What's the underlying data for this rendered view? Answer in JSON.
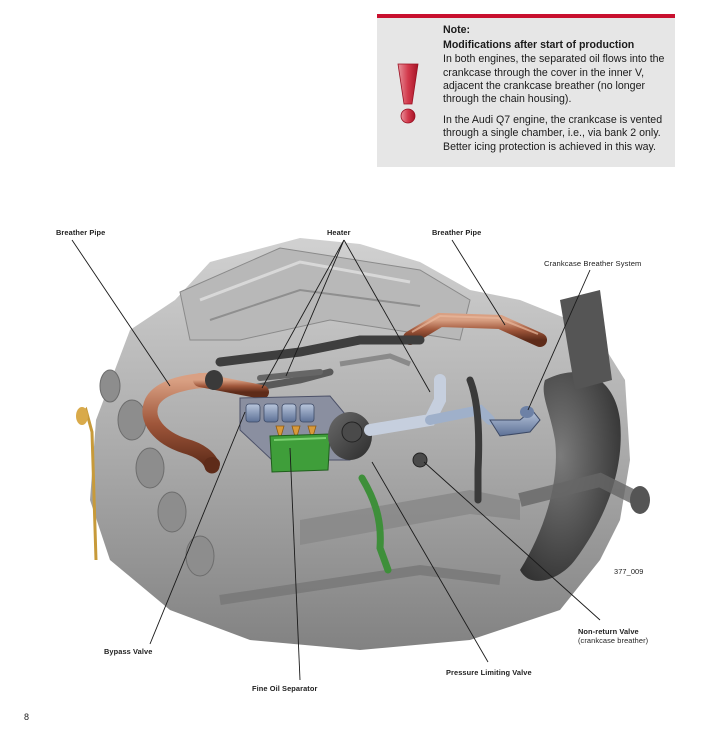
{
  "note": {
    "heading": "Note:",
    "subheading": "Modifications after start of production",
    "paragraph_1": "In both engines, the separated oil flows into the crankcase through the cover in the inner V, adjacent the crankcase breather (no longer through the chain housing).",
    "paragraph_2": "In the Audi Q7 engine, the crankcase is vented through a single chamber, i.e., via bank 2 only. Better icing protection is achieved in this way.",
    "icon": "exclamation-warning-icon",
    "accent_color": "#c8102e"
  },
  "figure": {
    "labels": {
      "breather_pipe_left": "Breather Pipe",
      "heater": "Heater",
      "breather_pipe_right": "Breather Pipe",
      "crankcase_breather_system": "Crankcase Breather System",
      "bypass_valve": "Bypass Valve",
      "fine_oil_separator": "Fine Oil Separator",
      "pressure_limiting_valve": "Pressure Limiting Valve",
      "non_return_valve_line1": "Non-return Valve",
      "non_return_valve_line2": "(crankcase breather)"
    },
    "figure_id": "377_009"
  },
  "page_number": "8"
}
